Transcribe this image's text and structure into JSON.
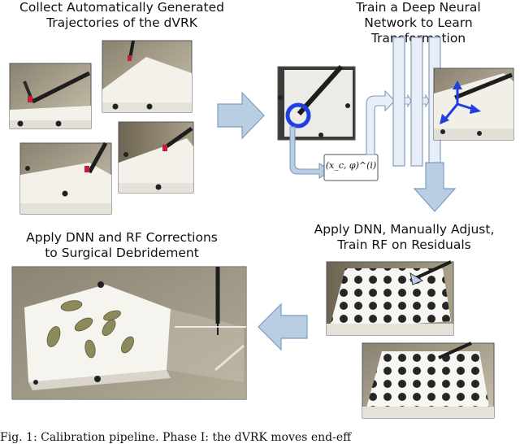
{
  "panels": {
    "collect": {
      "line1": "Collect Automatically Generated",
      "line2": "Trajectories of the dVRK"
    },
    "train": {
      "line1": "Train a Deep Neural",
      "line2": "Network to Learn",
      "line3": "Transformation"
    },
    "apply_dnn": {
      "line1": "Apply DNN, Manually Adjust,",
      "line2": "Train RF on Residuals"
    },
    "apply_rf": {
      "line1": "Apply DNN and RF Corrections",
      "line2": "to Surgical Debridement"
    }
  },
  "formula": {
    "text": "(x_c, φ)^(i)"
  },
  "caption": {
    "text": "Fig. 1: Calibration pipeline. Phase I: the dVRK moves end-eff"
  },
  "colors": {
    "arrow_fill": "#b9cde3",
    "arrow_stroke": "#7f9cc0",
    "highlight": "#1f3fe0",
    "network": "#e8eef7"
  }
}
